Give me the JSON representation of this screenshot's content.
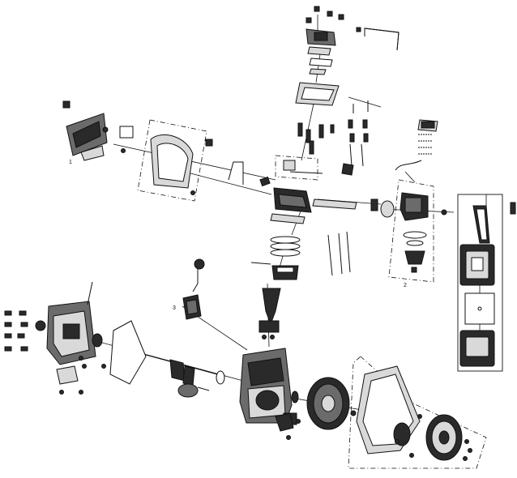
{
  "diagram": {
    "callouts": [
      {
        "id": "callout-1",
        "text": "1"
      },
      {
        "id": "callout-2",
        "text": "2"
      },
      {
        "id": "callout-3",
        "text": "3"
      }
    ],
    "colors": {
      "ink": "#111111",
      "part_dark": "#2a2a2a",
      "part_mid": "#6b6b6b",
      "part_light": "#d9d9d9"
    }
  }
}
